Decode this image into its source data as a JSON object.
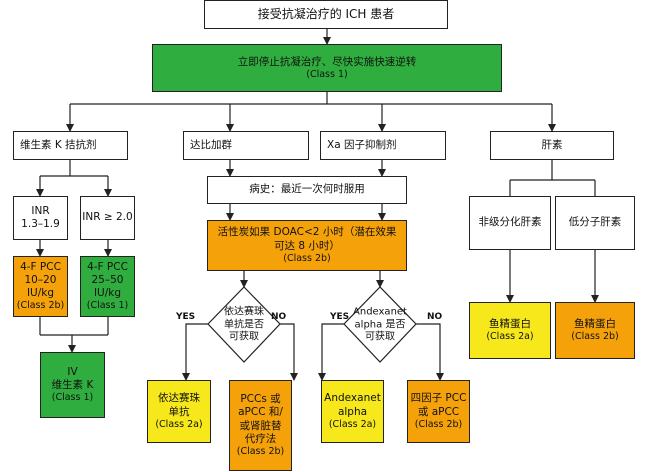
{
  "colors": {
    "green": "#2fae3f",
    "orange": "#f5a20a",
    "yellow": "#f7e81b",
    "white": "#ffffff",
    "line": "#222222"
  },
  "nodes": {
    "top": {
      "text": "接受抗凝治疗的 ICH 患者"
    },
    "stop": {
      "line1": "立即停止抗凝治疗、尽快实施快速逆转",
      "cls": "(Class 1)"
    },
    "vitk": {
      "text": "维生素 K 拮抗剂"
    },
    "dabi": {
      "text": "达比加群"
    },
    "xa": {
      "text": "Xa 因子抑制剂"
    },
    "hep": {
      "text": "肝素"
    },
    "inr_low": {
      "line1": "INR",
      "line2": "1.3–1.9"
    },
    "inr_high": {
      "text": "INR ≥ 2.0"
    },
    "pcc_low": {
      "line1": "4-F PCC",
      "line2": "10–20",
      "line3": "IU/kg",
      "cls": "(Class 2b)"
    },
    "pcc_high": {
      "line1": "4-F PCC",
      "line2": "25–50",
      "line3": "IU/kg",
      "cls": "(Class 1)"
    },
    "iv_vitk": {
      "line1": "IV",
      "line2": "维生素 K",
      "cls": "(Class 1)"
    },
    "history": {
      "text": "病史：最近一次何时服用"
    },
    "charcoal": {
      "line1": "活性炭如果 DOAC<2 小时（潜在效果",
      "line2": "可达 8 小时）",
      "cls": "(Class 2b)"
    },
    "d_ida": {
      "line1": "依达赛珠",
      "line2": "单抗是否",
      "line3": "可获取"
    },
    "d_andex": {
      "line1": "Andexanet",
      "line2": "alpha 是否",
      "line3": "可获取"
    },
    "ida": {
      "line1": "依达赛珠",
      "line2": "单抗",
      "cls": "(Class 2a)"
    },
    "pccs": {
      "line1": "PCCs 或",
      "line2": "aPCC 和/",
      "line3": "或肾脏替",
      "line4": "代疗法",
      "cls": "(Class 2b)"
    },
    "andex": {
      "line1": "Andexanet",
      "line2": "alpha",
      "cls": "(Class 2a)"
    },
    "fpcc": {
      "line1": "四因子 PCC",
      "line2": "或 aPCC",
      "cls": "(Class 2b)"
    },
    "ufh": {
      "text": "非级分化肝素"
    },
    "lmwh": {
      "text": "低分子肝素"
    },
    "prot1": {
      "line1": "鱼精蛋白",
      "cls": "(Class 2a)"
    },
    "prot2": {
      "line1": "鱼精蛋白",
      "cls": "(Class 2b)"
    }
  },
  "labels": {
    "yes": "YES",
    "no": "NO"
  }
}
